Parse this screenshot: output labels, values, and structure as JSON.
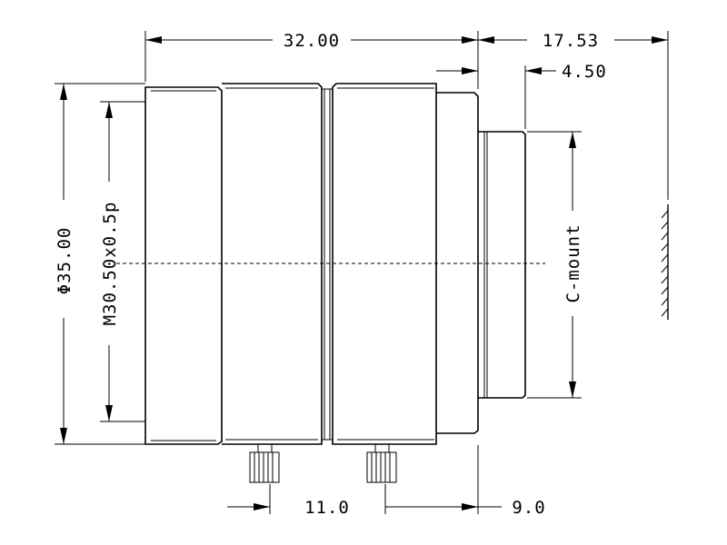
{
  "dimensions": {
    "overall_length": "32.00",
    "back_focal": "17.53",
    "mount_length": "4.50",
    "diameter": "Φ35.00",
    "filter_thread": "M30.50x0.5p",
    "mount_type": "C-mount",
    "screw_1_offset": "11.0",
    "screw_2_offset": "9.0"
  }
}
